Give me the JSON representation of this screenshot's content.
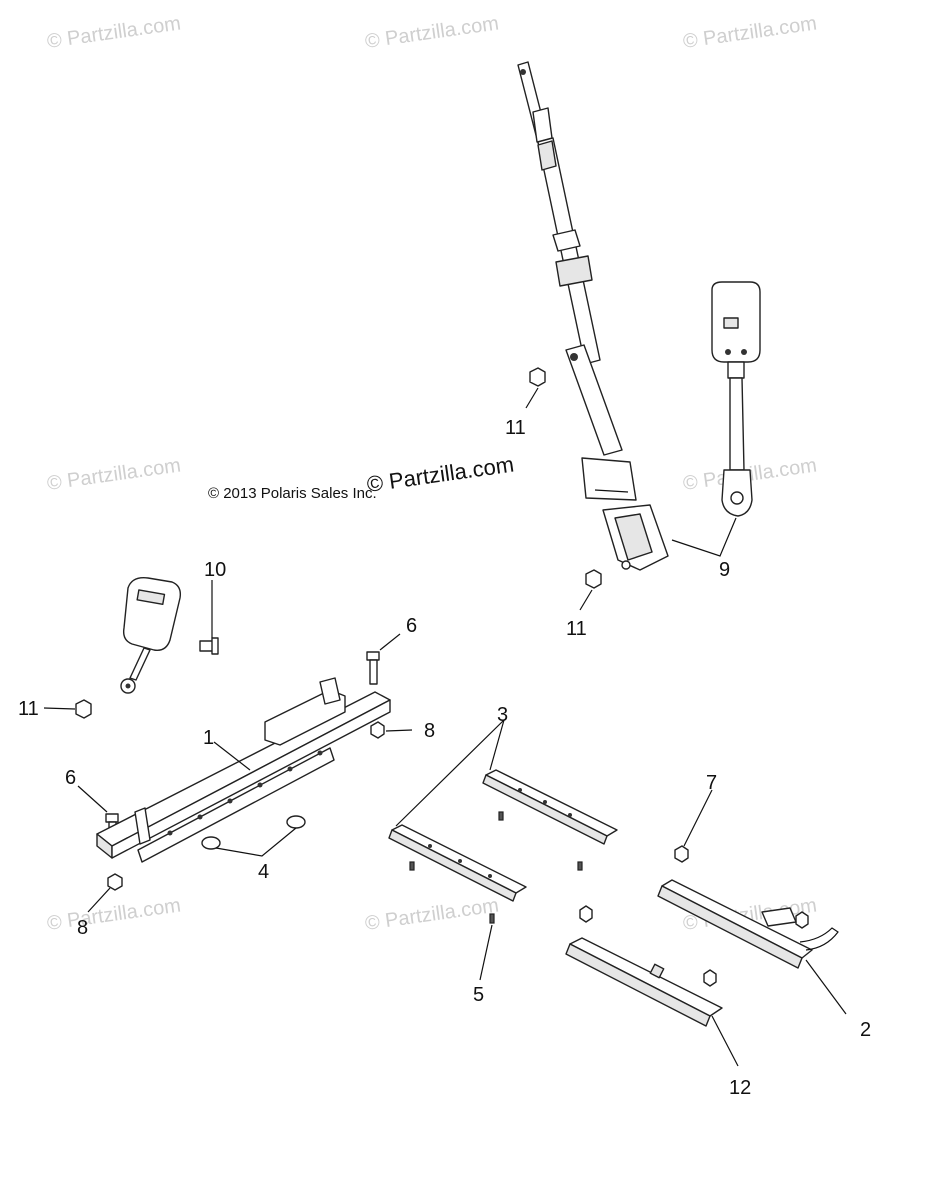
{
  "watermarks": [
    "© Partzilla.com",
    "© Partzilla.com",
    "© Partzilla.com",
    "© Partzilla.com",
    "© Partzilla.com",
    "© Partzilla.com",
    "© Partzilla.com",
    "© Partzilla.com"
  ],
  "center_watermark": "© Partzilla.com",
  "copyright": "© 2013 Polaris Sales Inc.",
  "callouts": {
    "c1": "1",
    "c2": "2",
    "c3": "3",
    "c4": "4",
    "c5": "5",
    "c6a": "6",
    "c6b": "6",
    "c7": "7",
    "c8a": "8",
    "c8b": "8",
    "c9": "9",
    "c10": "10",
    "c11a": "11",
    "c11b": "11",
    "c11c": "11",
    "c12": "12"
  }
}
